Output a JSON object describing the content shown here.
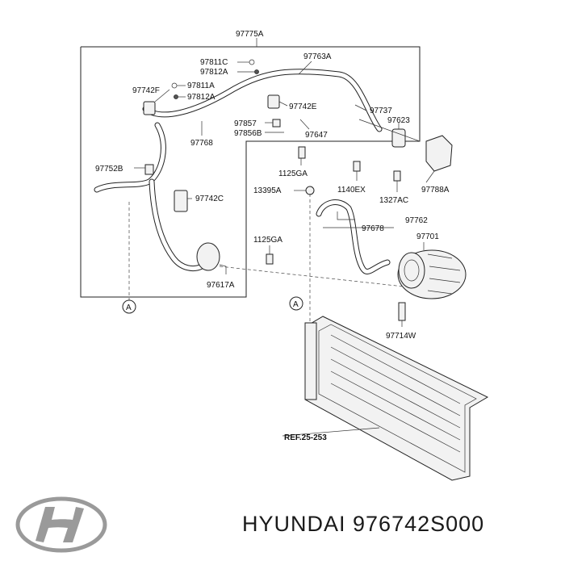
{
  "labels": {
    "p97775A": "97775A",
    "p97811C": "97811C",
    "p97812A_top": "97812A",
    "p97763A": "97763A",
    "p97742F": "97742F",
    "p97811A": "97811A",
    "p97812A_mid": "97812A",
    "p97742E": "97742E",
    "p97737": "97737",
    "p97623": "97623",
    "p97857": "97857",
    "p97856B": "97856B",
    "p97647": "97647",
    "p97768": "97768",
    "p97752B": "97752B",
    "p1125GA_top": "1125GA",
    "p97742C": "97742C",
    "p13395A": "13395A",
    "p1140EX": "1140EX",
    "p1327AC": "1327AC",
    "p97788A": "97788A",
    "p97762": "97762",
    "p97678": "97678",
    "p97701": "97701",
    "p1125GA_bot": "1125GA",
    "p97617A": "97617A",
    "p97714W": "97714W",
    "ref": "REF.25-253",
    "markerA_left": "A",
    "markerA_right": "A"
  },
  "caption": "HYUNDAI 976742S000"
}
